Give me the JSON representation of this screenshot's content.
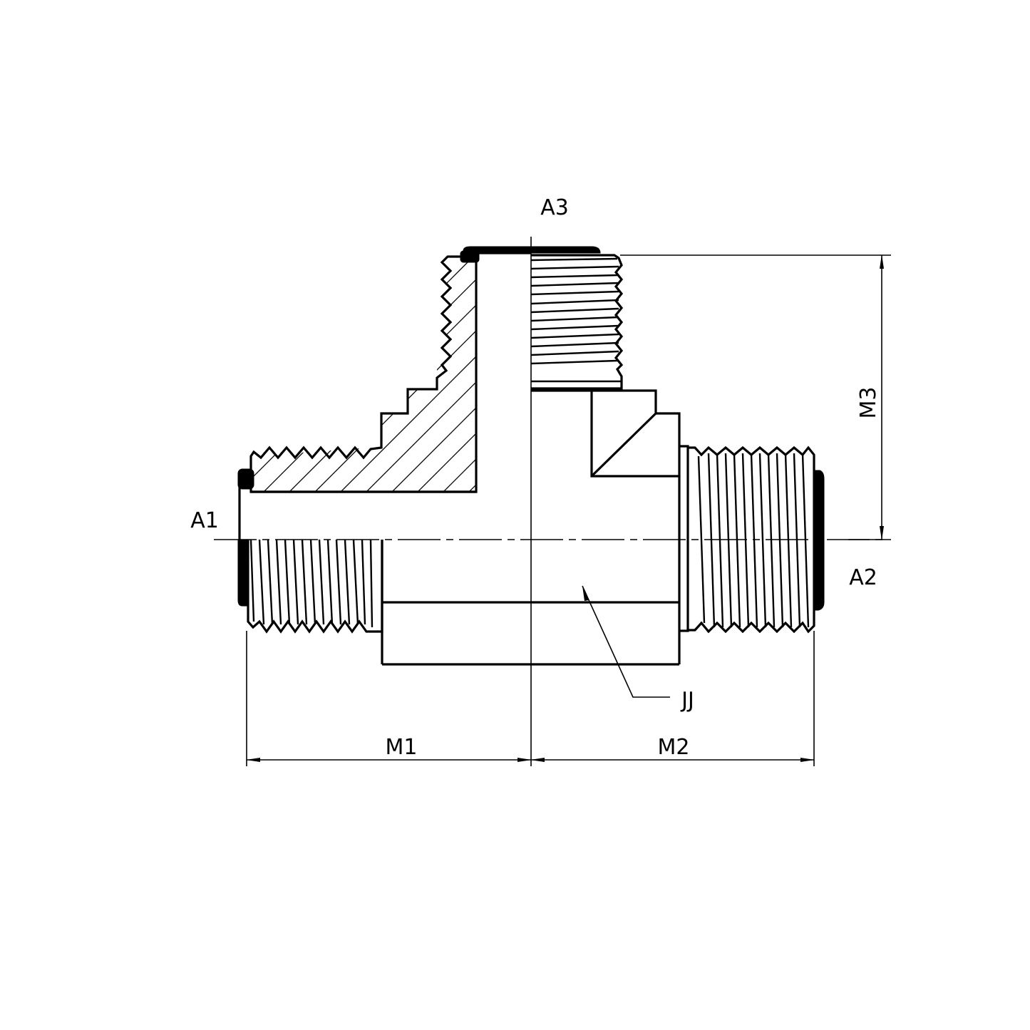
{
  "drawing": {
    "type": "technical-section-drawing",
    "subject": "male tee fitting with O-ring seals",
    "port_labels": {
      "a1": "A1",
      "a2": "A2",
      "a3": "A3"
    },
    "dimension_labels": {
      "m1": "M1",
      "m2": "M2",
      "m3": "M3"
    },
    "callouts": {
      "jj": "JJ"
    },
    "line_color": "#000000",
    "background_color": "#ffffff"
  }
}
